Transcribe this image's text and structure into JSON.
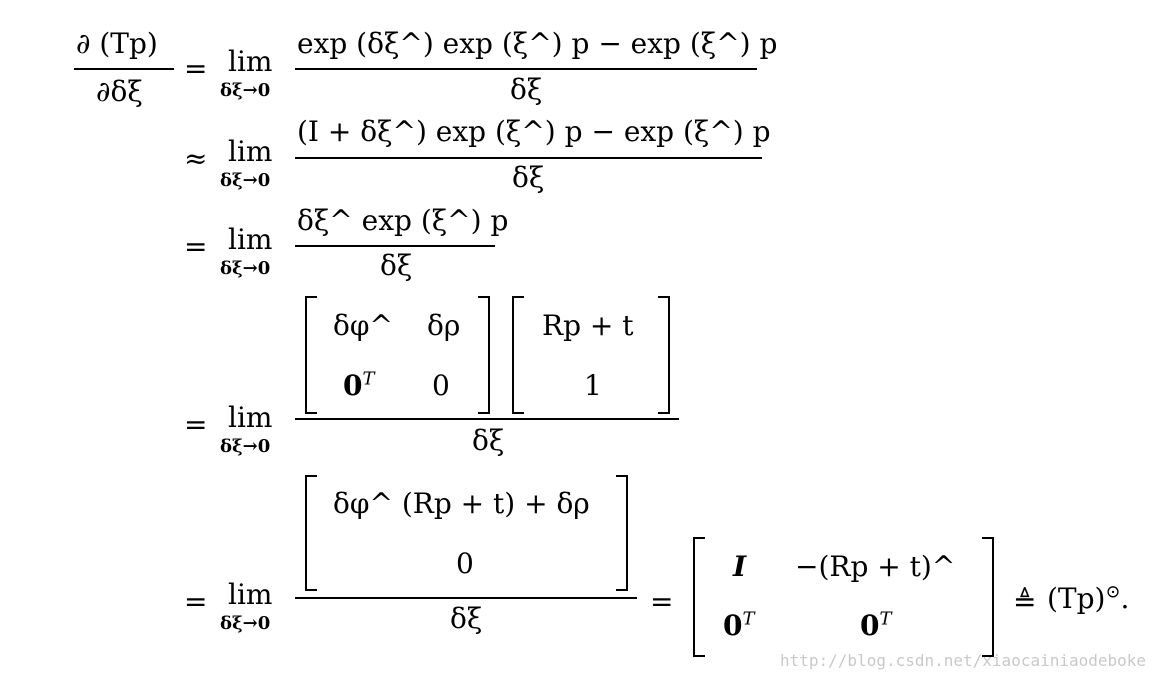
{
  "watermark": "http://blog.csdn.net/xiaocainiaodeboke",
  "lhs": {
    "num": "∂ (Tp)",
    "den": "∂δξ"
  },
  "lim": {
    "word": "lim",
    "sub": "δξ→0"
  },
  "rel": {
    "eq": "=",
    "approx": "≈",
    "defeq": "≜"
  },
  "line1": {
    "num": "exp (δξ^) exp (ξ^) p − exp (ξ^) p",
    "den": "δξ"
  },
  "line2": {
    "num": "(I + δξ^) exp (ξ^) p − exp (ξ^) p",
    "den": "δξ"
  },
  "line3": {
    "num": "δξ^ exp (ξ^) p",
    "den": "δξ"
  },
  "line4": {
    "m1": {
      "a": "δφ^",
      "b": "δρ",
      "c": "0",
      "c_sup": "T",
      "d": "0"
    },
    "m2": {
      "a": "Rp + t",
      "b": "1"
    },
    "den": "δξ"
  },
  "line5": {
    "v": {
      "a": "δφ^ (Rp + t) + δρ",
      "b": "0"
    },
    "den": "δξ",
    "m": {
      "a": "I",
      "b": "−(Rp + t)^",
      "c": "0",
      "c_sup": "T",
      "d": "0",
      "d_sup": "T"
    },
    "tail": "(Tp)",
    "tail_sup": "⊙",
    "period": "."
  }
}
